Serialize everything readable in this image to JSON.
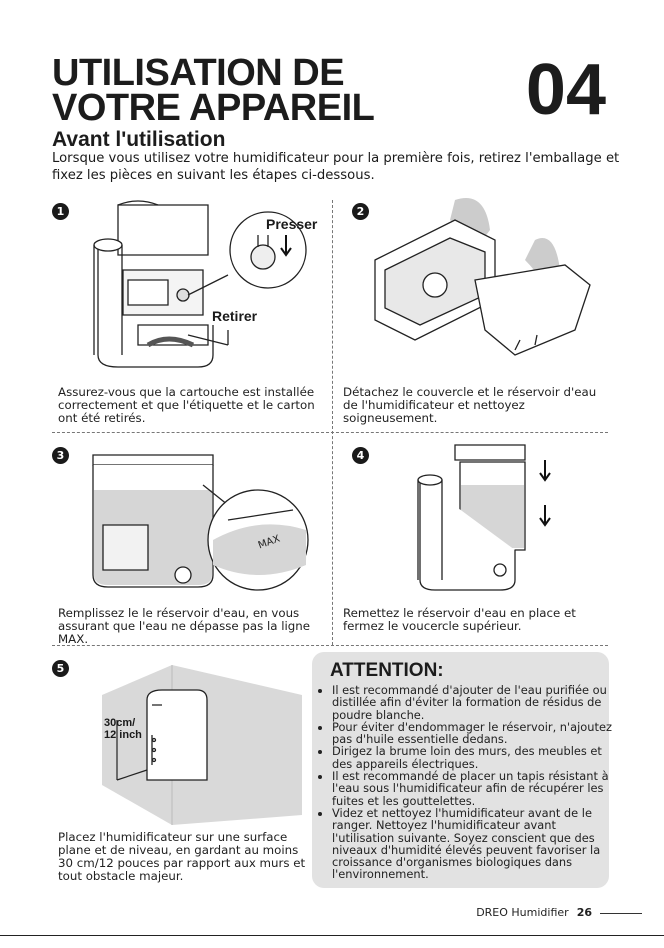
{
  "header": {
    "title_line1": "UTILISATION DE",
    "title_line2": "VOTRE APPAREIL",
    "section_number": "04",
    "subtitle": "Avant l'utilisation",
    "intro": "Lorsque vous utilisez votre humidificateur pour la première fois, retirez l'emballage et fixez les pièces en suivant les étapes ci-dessous."
  },
  "steps": [
    {
      "number": "1",
      "caption": "Assurez-vous que la cartouche est installée correctement et que l'étiquette et le carton ont été retirés.",
      "label_press": "Presser",
      "label_remove": "Retirer"
    },
    {
      "number": "2",
      "caption": "Détachez le couvercle et le réservoir d'eau de l'humidificateur et nettoyez soigneusement."
    },
    {
      "number": "3",
      "caption": "Remplissez le le réservoir d'eau, en vous assurant que l'eau ne dépasse pas la ligne MAX.",
      "label_max": "MAX"
    },
    {
      "number": "4",
      "caption": "Remettez le réservoir d'eau en place et fermez le voucercle supérieur."
    },
    {
      "number": "5",
      "caption": "Placez l'humidificateur sur une surface plane et de niveau, en gardant au moins 30 cm/12 pouces par rapport aux murs et tout obstacle majeur.",
      "label_distance_1": "30cm/",
      "label_distance_2": "12 inch"
    }
  ],
  "attention": {
    "title": "ATTENTION:",
    "items": [
      "Il est recommandé d'ajouter de l'eau purifiée ou distillée afin d'éviter la formation de résidus de poudre blanche.",
      "Pour éviter d'endommager le réservoir, n'ajoutez pas d'huile essentielle dedans.",
      "Dirigez la brume loin des murs, des meubles et des appareils électriques.",
      "Il est recommandé de placer un tapis résistant à l'eau sous l'humidificateur afin de récupérer les fuites et les gouttelettes.",
      "Videz et nettoyez l'humidificateur avant de le ranger. Nettoyez l'humidificateur avant l'utilisation suivante. Soyez conscient que des niveaux d'humidité élevés peuvent favoriser la croissance d'organismes biologiques dans l'environnement."
    ]
  },
  "footer": {
    "brand": "DREO Humidifier",
    "page": "26"
  }
}
